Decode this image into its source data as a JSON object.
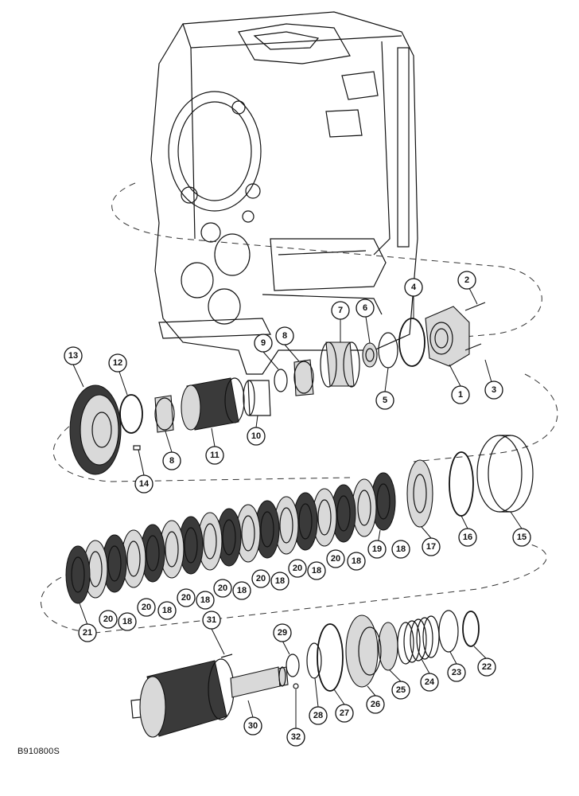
{
  "figure_code": "B910800S",
  "callouts": [
    "1",
    "2",
    "3",
    "4",
    "5",
    "6",
    "7",
    "8",
    "9",
    "10",
    "11",
    "12",
    "13",
    "14",
    "15",
    "16",
    "17",
    "18",
    "19",
    "20",
    "21",
    "22",
    "23",
    "24",
    "25",
    "26",
    "27",
    "28",
    "29",
    "30",
    "31",
    "32"
  ]
}
